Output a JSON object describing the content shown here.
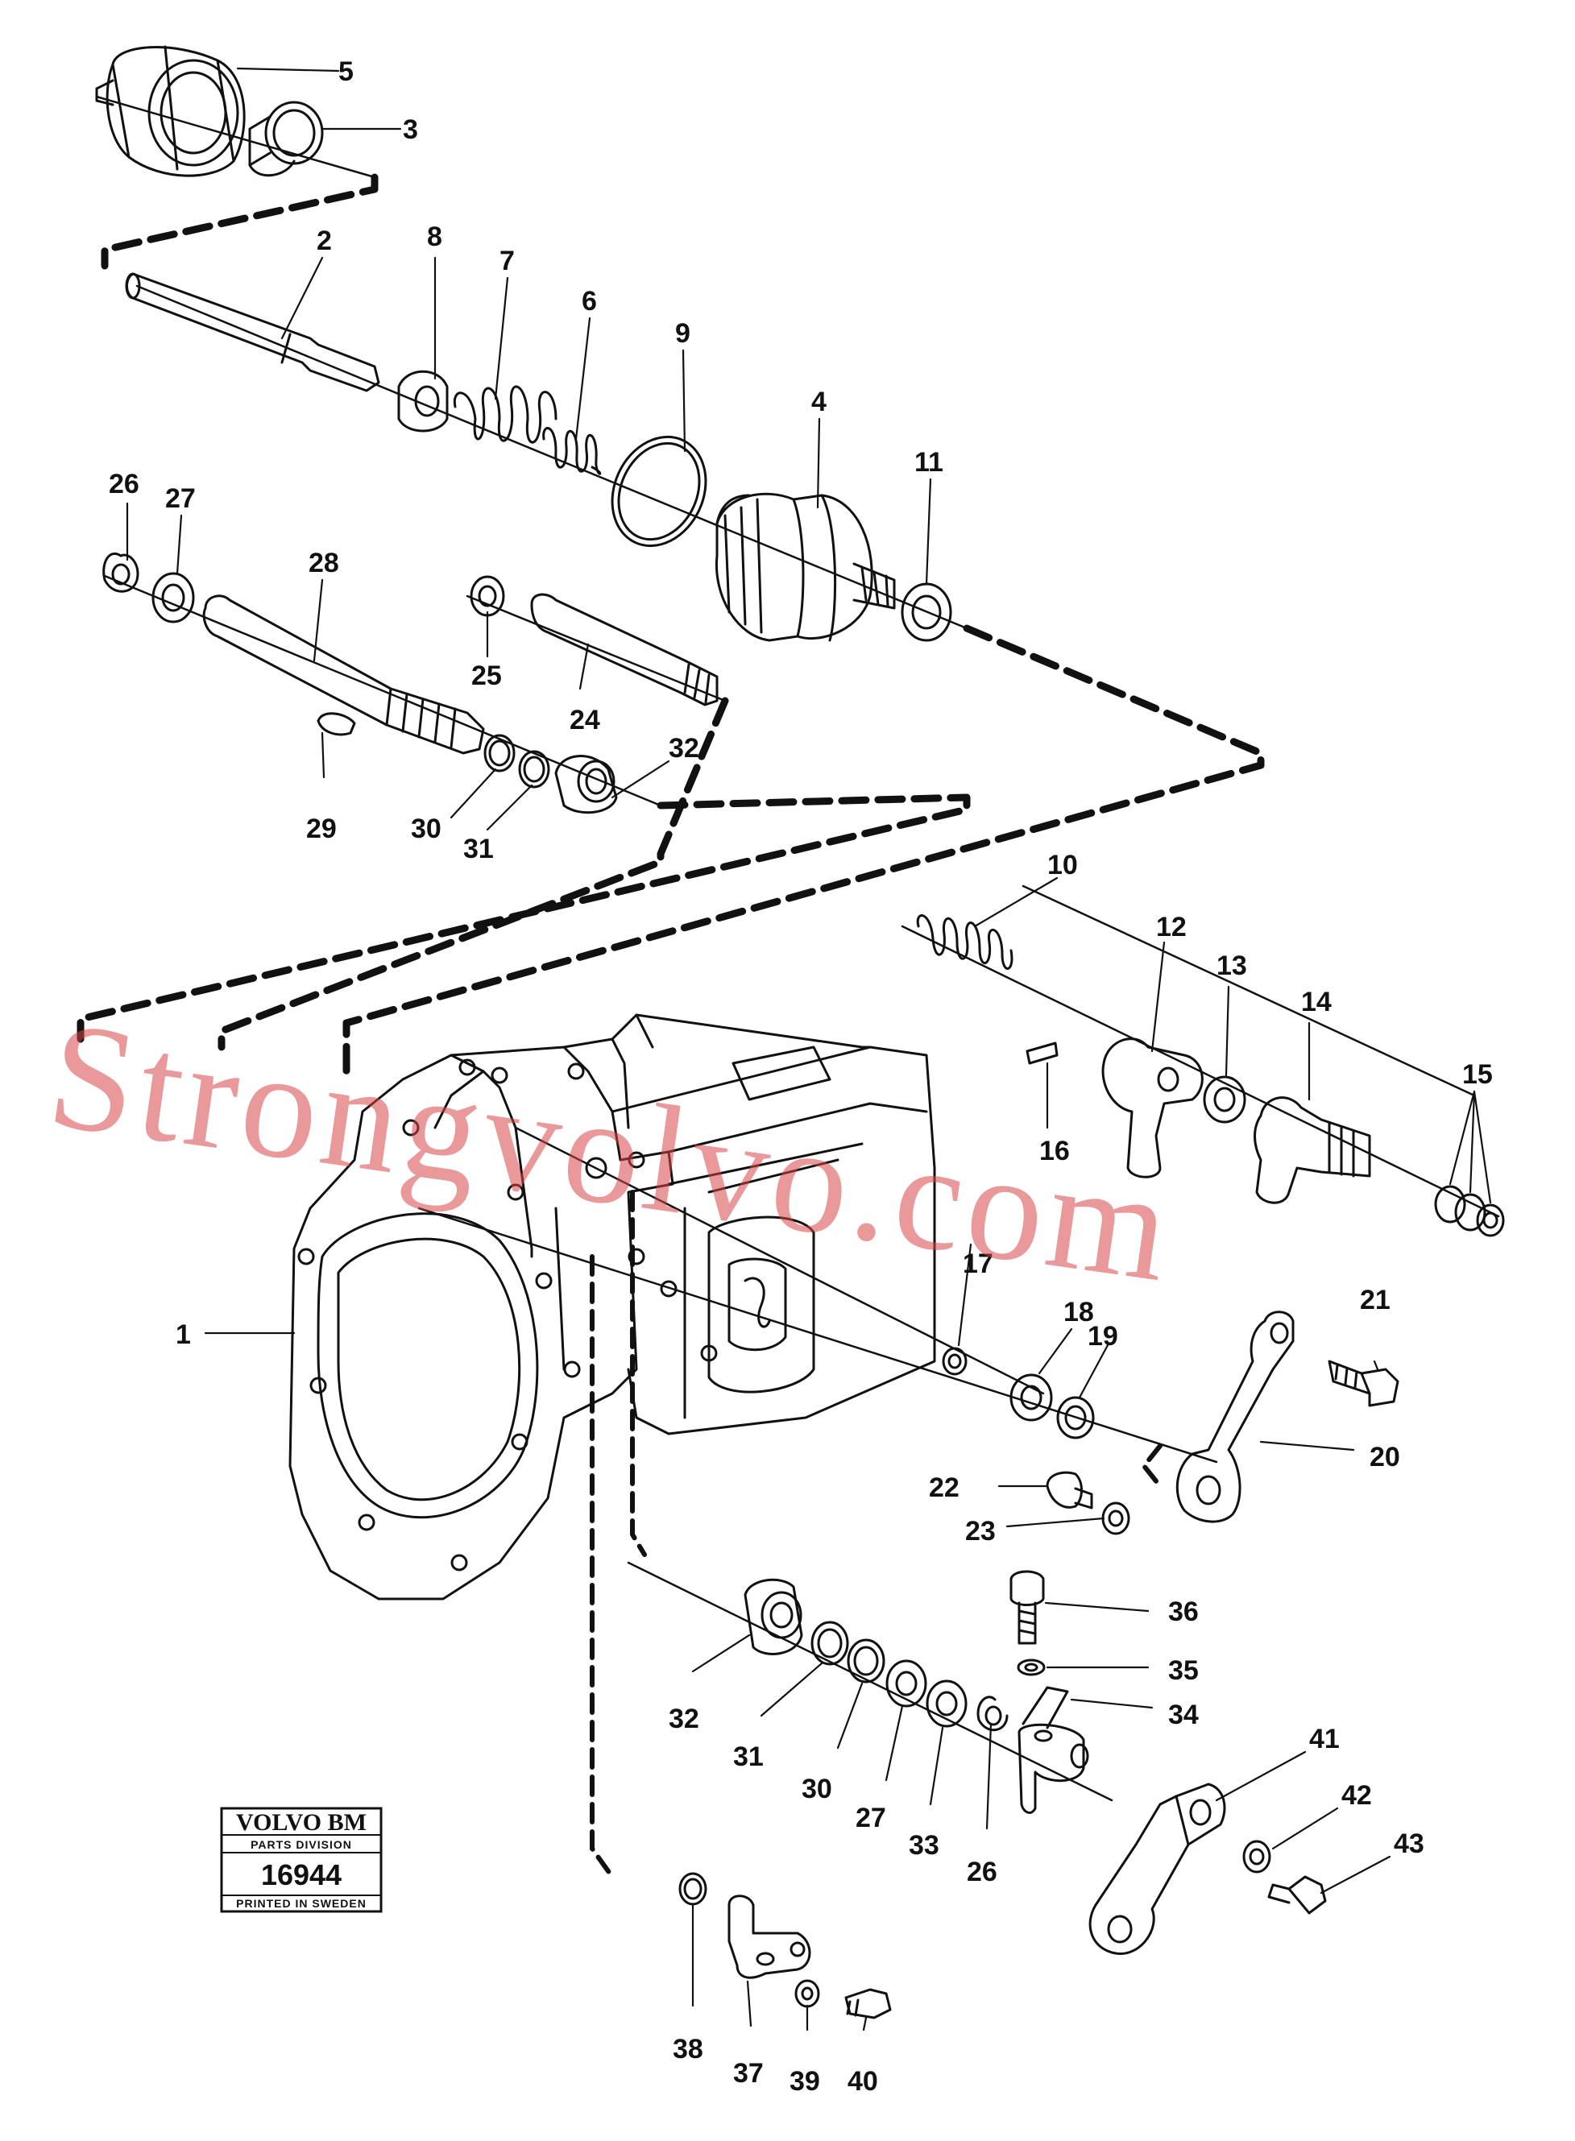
{
  "callouts": {
    "c1": "1",
    "c2": "2",
    "c3": "3",
    "c4": "4",
    "c5": "5",
    "c6": "6",
    "c7": "7",
    "c8": "8",
    "c9": "9",
    "c10": "10",
    "c11": "11",
    "c12": "12",
    "c13": "13",
    "c14": "14",
    "c15": "15",
    "c16": "16",
    "c17": "17",
    "c18": "18",
    "c19": "19",
    "c20": "20",
    "c21": "21",
    "c22": "22",
    "c23": "23",
    "c24": "24",
    "c25": "25",
    "c26a": "26",
    "c27a": "27",
    "c28": "28",
    "c29": "29",
    "c30a": "30",
    "c31a": "31",
    "c32a": "32",
    "c32b": "32",
    "c31b": "31",
    "c30b": "30",
    "c27b": "27",
    "c33": "33",
    "c26b": "26",
    "c34": "34",
    "c35": "35",
    "c36": "36",
    "c37": "37",
    "c38": "38",
    "c39": "39",
    "c40": "40",
    "c41": "41",
    "c42": "42",
    "c43": "43"
  },
  "stamp": {
    "brand": "VOLVO BM",
    "division": "PARTS DIVISION",
    "number": "16944",
    "footer": "PRINTED IN SWEDEN"
  },
  "watermark": "Strongvolvo.com",
  "colors": {
    "ink": "#111111",
    "paper": "#ffffff",
    "watermark": "#d74646"
  }
}
